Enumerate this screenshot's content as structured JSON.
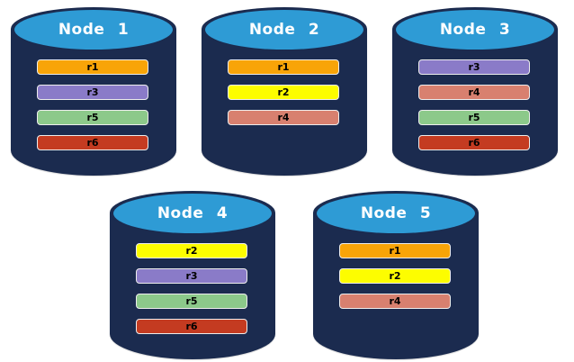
{
  "diagram": {
    "background": "#FFFFFF"
  },
  "colors": {
    "cylinder_body": "#1B2B4F",
    "cylinder_top": "#2E9BD5",
    "node_title_text": "#FFFFFF",
    "replica_label_text": "#000000",
    "replica_bar_border": "#EDEDED"
  },
  "replica_colors": {
    "r1": "#F8A408",
    "r2": "#FDFD00",
    "r3": "#8A7BC8",
    "r4": "#D8806F",
    "r5": "#8CC98A",
    "r6": "#C43B21"
  },
  "nodes": [
    {
      "name": "Node 1",
      "row": "top",
      "replicas": [
        "r1",
        "r3",
        "r5",
        "r6"
      ]
    },
    {
      "name": "Node 2",
      "row": "top",
      "replicas": [
        "r1",
        "r2",
        "r4"
      ]
    },
    {
      "name": "Node 3",
      "row": "top",
      "replicas": [
        "r3",
        "r4",
        "r5",
        "r6"
      ]
    },
    {
      "name": "Node 4",
      "row": "bottom",
      "replicas": [
        "r2",
        "r3",
        "r5",
        "r6"
      ]
    },
    {
      "name": "Node 5",
      "row": "bottom",
      "replicas": [
        "r1",
        "r2",
        "r4"
      ]
    }
  ]
}
